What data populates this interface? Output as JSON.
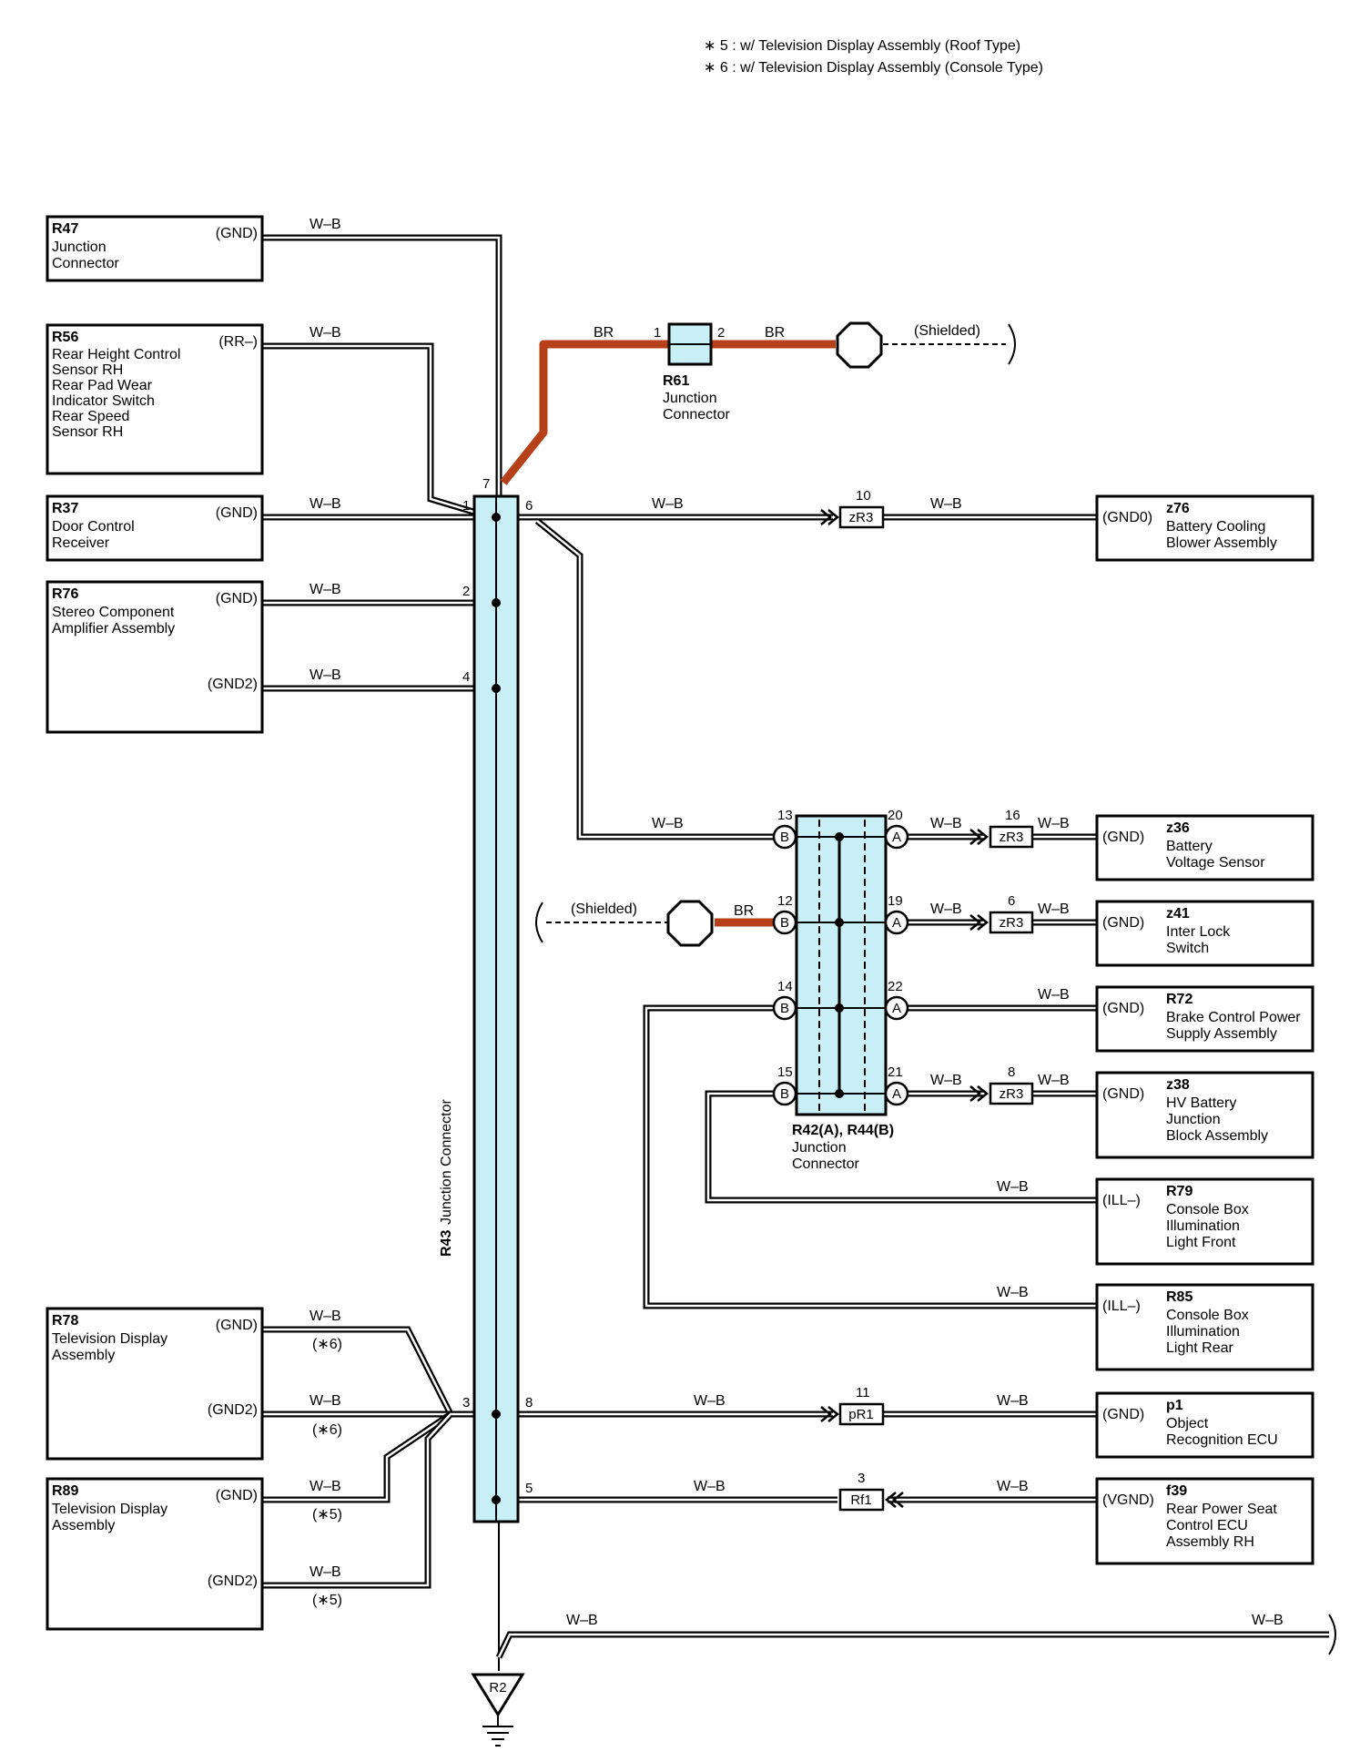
{
  "notes": [
    "∗ 5 : w/ Television Display Assembly (Roof Type)",
    "∗ 6 : w/ Television Display Assembly (Console Type)"
  ],
  "wire_color": "W–B",
  "br_color": "BR",
  "colors": {
    "br_wire": "#b5401a",
    "junction_fill": "#c9f0f6",
    "line": "#000000"
  },
  "left_components": {
    "r47": {
      "code": "R47",
      "name1": "Junction",
      "name2": "Connector",
      "pin": "(GND)"
    },
    "r56": {
      "code": "R56",
      "l1": "Rear Height Control",
      "l2": "Sensor RH",
      "l3": "Rear Pad Wear",
      "l4": "Indicator Switch",
      "l5": "Rear Speed",
      "l6": "Sensor RH",
      "pin": "(RR–)"
    },
    "r37": {
      "code": "R37",
      "name1": "Door Control",
      "name2": "Receiver",
      "pin": "(GND)"
    },
    "r76": {
      "code": "R76",
      "name1": "Stereo Component",
      "name2": "Amplifier Assembly",
      "pin1": "(GND)",
      "pin2": "(GND2)"
    },
    "r78": {
      "code": "R78",
      "name1": "Television Display",
      "name2": "Assembly",
      "pin1": "(GND)",
      "pin2": "(GND2)",
      "note": "(∗6)"
    },
    "r89": {
      "code": "R89",
      "name1": "Television Display",
      "name2": "Assembly",
      "pin1": "(GND)",
      "pin2": "(GND2)",
      "note": "(∗5)"
    }
  },
  "r43": {
    "code": "R43",
    "name": "Junction Connector",
    "pins": [
      "7",
      "1",
      "6",
      "2",
      "4",
      "3",
      "8",
      "5"
    ]
  },
  "r61": {
    "code": "R61",
    "name1": "Junction",
    "name2": "Connector",
    "pin1": "1",
    "pin2": "2"
  },
  "shielded": "(Shielded)",
  "r42": {
    "label": "R42(A), R44(B)",
    "name1": "Junction",
    "name2": "Connector",
    "pins_b": [
      "13",
      "12",
      "14",
      "15"
    ],
    "pins_a": [
      "20",
      "19",
      "22",
      "21"
    ],
    "letter_a": "A",
    "letter_b": "B"
  },
  "inline": {
    "zr3_10": {
      "name": "zR3",
      "pin": "10"
    },
    "zr3_16": {
      "name": "zR3",
      "pin": "16"
    },
    "zr3_6": {
      "name": "zR3",
      "pin": "6"
    },
    "zr3_8": {
      "name": "zR3",
      "pin": "8"
    },
    "pr1_11": {
      "name": "pR1",
      "pin": "11"
    },
    "rf1_3": {
      "name": "Rf1",
      "pin": "3"
    }
  },
  "right_components": {
    "z76": {
      "code": "z76",
      "name1": "Battery Cooling",
      "name2": "Blower Assembly",
      "pin": "(GND0)"
    },
    "z36": {
      "code": "z36",
      "name1": "Battery",
      "name2": "Voltage Sensor",
      "pin": "(GND)"
    },
    "z41": {
      "code": "z41",
      "name1": "Inter Lock",
      "name2": "Switch",
      "pin": "(GND)"
    },
    "r72": {
      "code": "R72",
      "name1": "Brake Control Power",
      "name2": "Supply Assembly",
      "pin": "(GND)"
    },
    "z38": {
      "code": "z38",
      "name1": "HV Battery",
      "name2": "Junction",
      "name3": "Block Assembly",
      "pin": "(GND)"
    },
    "r79": {
      "code": "R79",
      "name1": "Console Box",
      "name2": "Illumination",
      "name3": "Light Front",
      "pin": "(ILL–)"
    },
    "r85": {
      "code": "R85",
      "name1": "Console Box",
      "name2": "Illumination",
      "name3": "Light Rear",
      "pin": "(ILL–)"
    },
    "p1": {
      "code": "p1",
      "name1": "Object",
      "name2": "Recognition ECU",
      "pin": "(GND)"
    },
    "f39": {
      "code": "f39",
      "name1": "Rear Power Seat",
      "name2": "Control ECU",
      "name3": "Assembly RH",
      "pin": "(VGND)"
    }
  },
  "ground": {
    "code": "R2"
  }
}
